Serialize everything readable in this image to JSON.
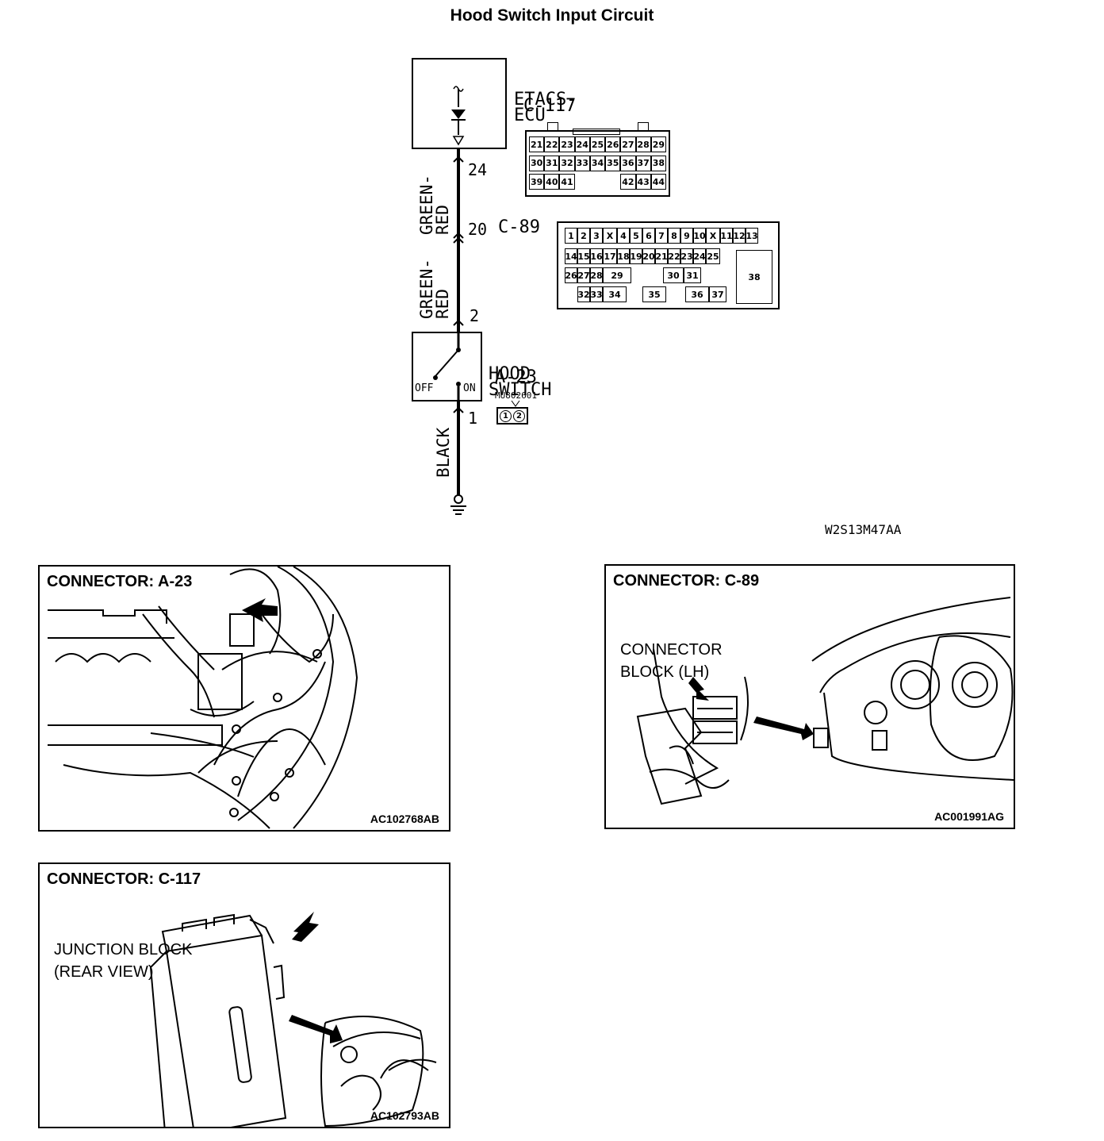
{
  "title": "Hood Switch Input Circuit",
  "drawing_code": "W2S13M47AA",
  "ecu": {
    "name_line1": "ETACS-",
    "name_line2": "ECU",
    "connector": "C-117",
    "pin": "24",
    "connector_pins": [
      [
        "21",
        "22",
        "23",
        "24",
        "25",
        "26",
        "27",
        "28",
        "29"
      ],
      [
        "30",
        "31",
        "32",
        "33",
        "34",
        "35",
        "36",
        "37",
        "38"
      ],
      [
        "39",
        "40",
        "41",
        "",
        "",
        "",
        "42",
        "43",
        "44"
      ]
    ]
  },
  "junction": {
    "pin": "20",
    "connector": "C-89",
    "connector_pins_row1": [
      "1",
      "2",
      "3",
      "X",
      "4",
      "5",
      "6",
      "7",
      "8",
      "9",
      "10",
      "X",
      "11",
      "12",
      "13"
    ],
    "connector_pins_row2": [
      "14",
      "15",
      "16",
      "17",
      "18",
      "19",
      "20",
      "21",
      "22",
      "23",
      "24",
      "25"
    ],
    "connector_pins_row3": [
      "26",
      "27",
      "28",
      "29",
      "30",
      "31"
    ],
    "connector_pins_row4": [
      "32",
      "33",
      "34",
      "35",
      "36",
      "37"
    ],
    "big_pin": "38"
  },
  "wires": {
    "upper_color_1": "GREEN-",
    "upper_color_2": "RED",
    "lower_color_1": "GREEN-",
    "lower_color_2": "RED",
    "ground_color": "BLACK"
  },
  "hood_switch": {
    "name_line1": "HOOD",
    "name_line2": "SWITCH",
    "connector": "A-23",
    "part_number": "MU802601",
    "state_off": "OFF",
    "state_on": "ON",
    "pin_top": "2",
    "pin_bottom": "1",
    "connector_pins": [
      "1",
      "2"
    ]
  },
  "panels": {
    "a23": {
      "title": "CONNECTOR: A-23",
      "code": "AC102768AB"
    },
    "c89": {
      "title": "CONNECTOR: C-89",
      "sub1": "CONNECTOR",
      "sub2": "BLOCK (LH)",
      "code": "AC001991AG"
    },
    "c117": {
      "title": "CONNECTOR: C-117",
      "sub1": "JUNCTION BLOCK",
      "sub2": "(REAR VIEW)",
      "code": "AC102793AB"
    }
  }
}
